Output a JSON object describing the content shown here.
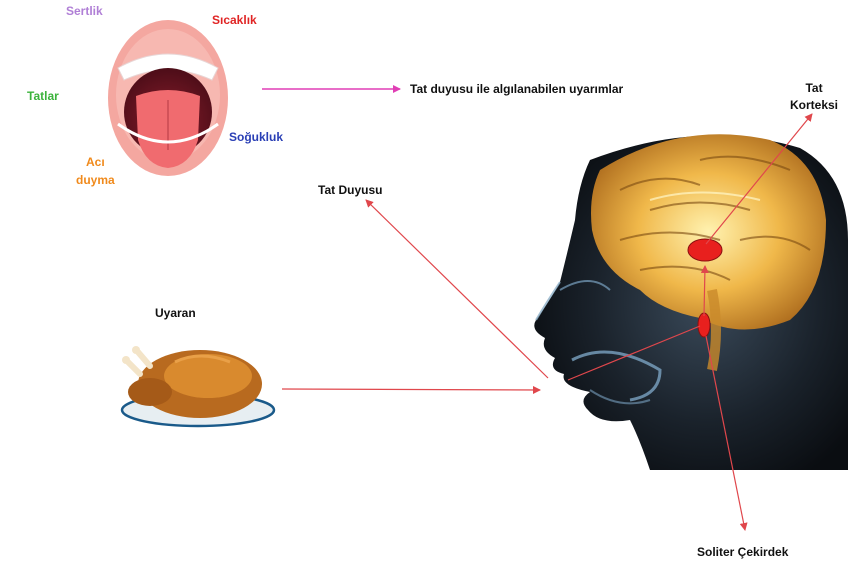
{
  "tongue_labels": {
    "hardness": {
      "text": "Sertlik",
      "color": "#b07fd6"
    },
    "heat": {
      "text": "Sıcaklık",
      "color": "#e02424"
    },
    "sweet": {
      "text": "Tatlar",
      "color": "#3cb33c"
    },
    "cold": {
      "text": "Soğukluk",
      "color": "#2a3fb5"
    },
    "bitter_line1": {
      "text": "Acı",
      "color": "#f08a1c"
    },
    "bitter_line2": {
      "text": "duyma",
      "color": "#f08a1c"
    }
  },
  "stimuli_caption": "Tat duyusu ile algılanabilen uyarımlar",
  "taste_sense": "Tat Duyusu",
  "cortex_line1": "Tat",
  "cortex_line2": "Korteksi",
  "stimulus": "Uyaran",
  "solitary_nucleus": "Soliter Çekirdek",
  "colors": {
    "arrow_red": "#e0474c",
    "arrow_magenta": "#e03fb5",
    "brain_gold": "#e3a93a",
    "nucleus_red": "#e8201e"
  },
  "icons": [
    "tongue-icon",
    "roast-chicken-icon",
    "head-brain-icon"
  ]
}
